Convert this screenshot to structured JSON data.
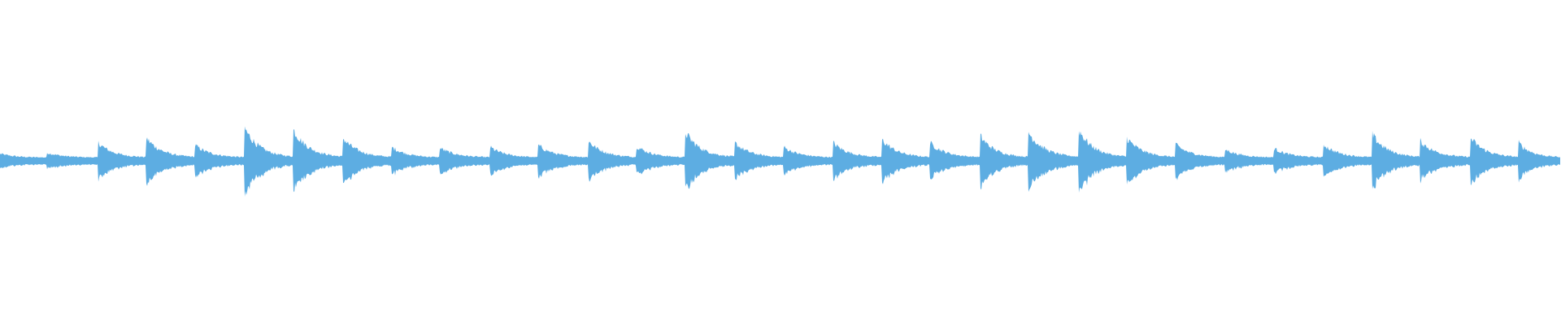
{
  "waveform": {
    "color": "#5dade2",
    "background": "#ffffff",
    "onsets": [
      0.0,
      0.03,
      0.063,
      0.094,
      0.125,
      0.157,
      0.188,
      0.22,
      0.251,
      0.282,
      0.314,
      0.345,
      0.377,
      0.408,
      0.439,
      0.471,
      0.502,
      0.534,
      0.565,
      0.596,
      0.628,
      0.659,
      0.691,
      0.722,
      0.753,
      0.785,
      0.816,
      0.848,
      0.879,
      0.91,
      0.942,
      0.973
    ],
    "peaks": [
      0.22,
      0.25,
      0.55,
      0.7,
      0.48,
      1.0,
      0.95,
      0.7,
      0.42,
      0.4,
      0.42,
      0.48,
      0.6,
      0.45,
      0.88,
      0.55,
      0.42,
      0.55,
      0.65,
      0.55,
      0.75,
      0.88,
      0.95,
      0.7,
      0.5,
      0.35,
      0.38,
      0.5,
      0.8,
      0.6,
      0.7,
      0.55
    ]
  }
}
